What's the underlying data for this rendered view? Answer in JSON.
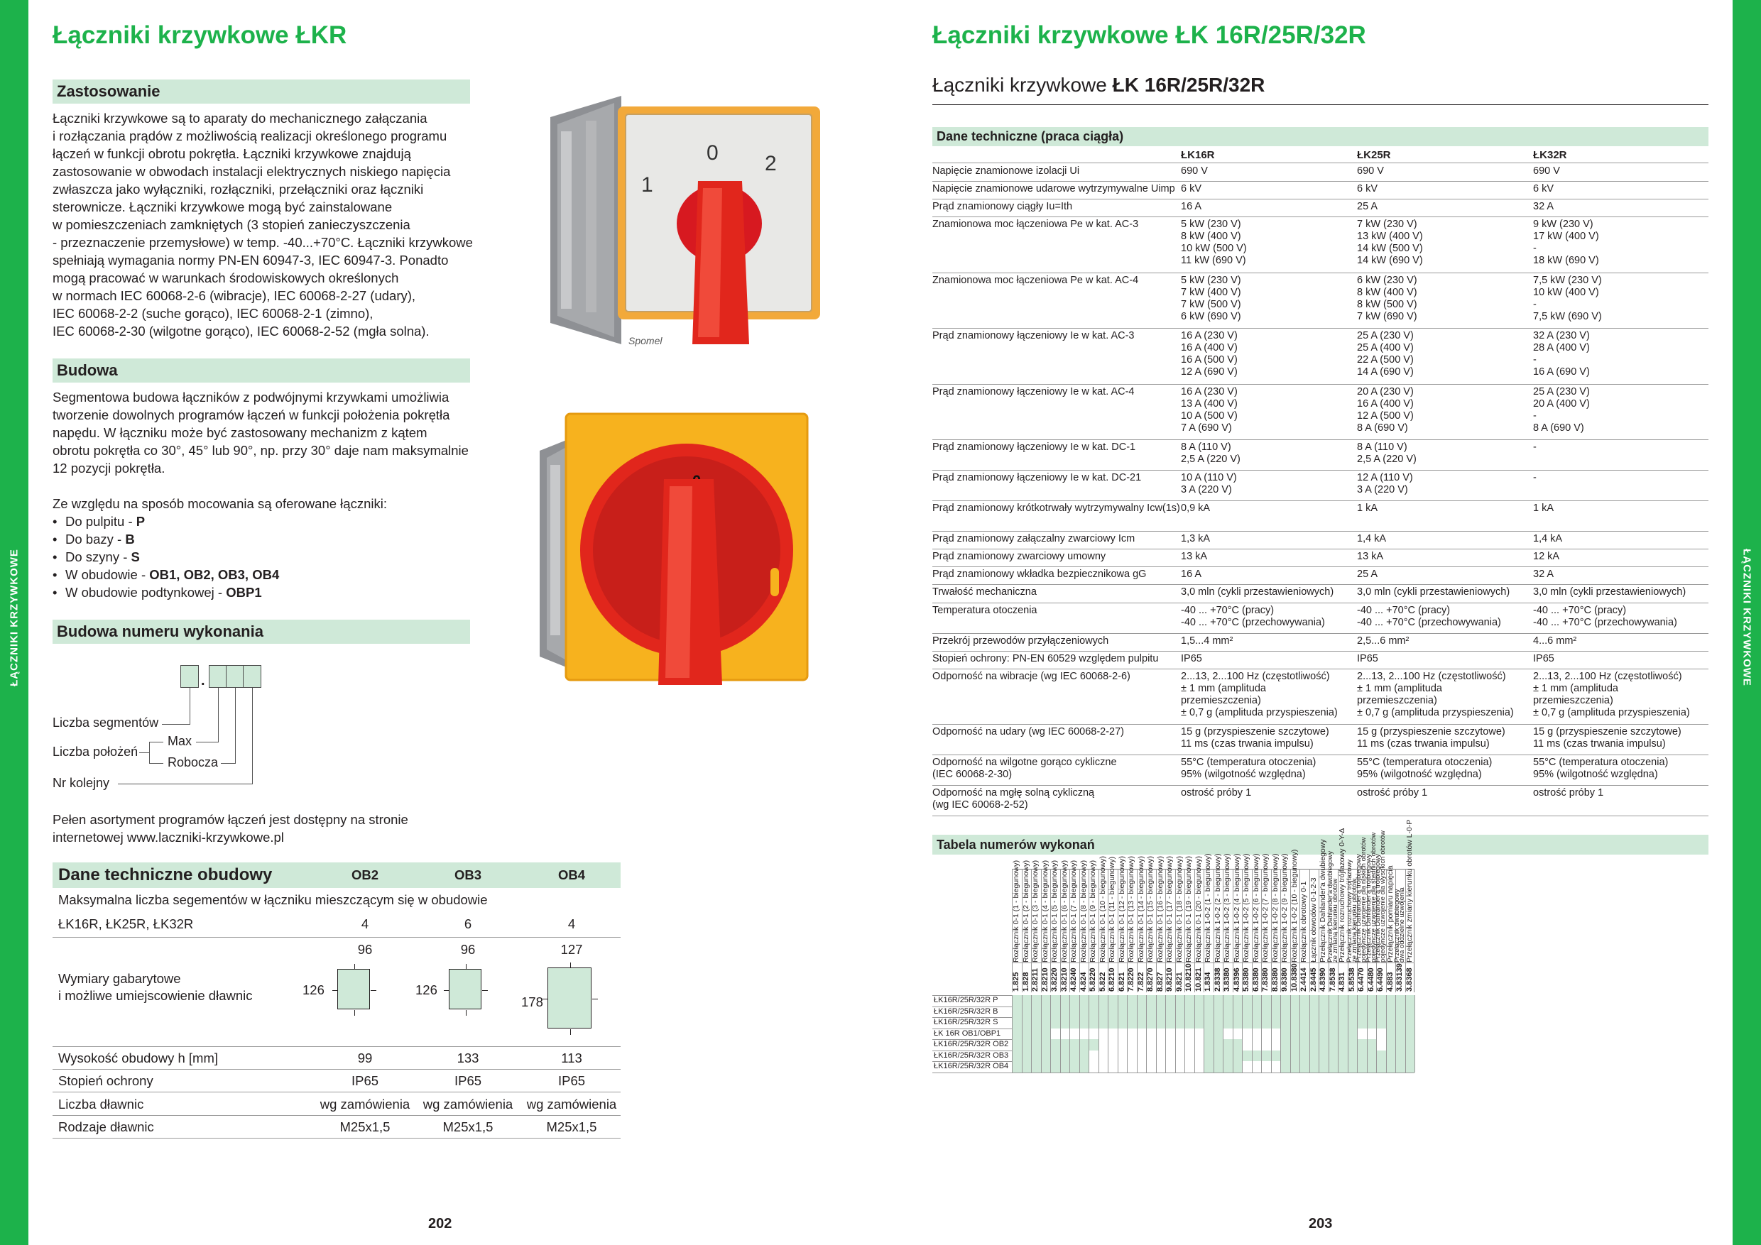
{
  "sidebar": {
    "left": "ŁĄCZNIKI KRZYWKOWE",
    "right": "ŁĄCZNIKI KRZYWKOWE"
  },
  "left_page": {
    "title": "Łączniki krzywkowe ŁKR",
    "zastosowanie": {
      "heading": "Zastosowanie",
      "lines": [
        "Łączniki krzywkowe są to aparaty do mechanicznego załączania",
        "i rozłączania prądów z możliwością realizacji określonego programu",
        "łączeń w funkcji obrotu pokrętła. Łączniki krzywkowe znajdują",
        "zastosowanie w obwodach instalacji elektrycznych niskiego napięcia",
        "zwłaszcza jako wyłączniki, rozłączniki, przełączniki oraz łączniki",
        "sterownicze. Łączniki krzywkowe mogą być zainstalowane",
        "w pomieszczeniach zamkniętych (3 stopień zanieczyszczenia",
        "- przeznaczenie przemysłowe) w temp. -40...+70°C. Łączniki krzywkowe",
        "spełniają wymagania normy PN-EN 60947-3, IEC 60947-3. Ponadto",
        "mogą pracować w warunkach środowiskowych określonych",
        "w normach IEC 60068-2-6 (wibracje), IEC 60068-2-27 (udary),",
        "IEC 60068-2-2 (suche gorąco), IEC 60068-2-1 (zimno),",
        "IEC 60068-2-30 (wilgotne gorąco), IEC 60068-2-52 (mgła solna)."
      ]
    },
    "budowa": {
      "heading": "Budowa",
      "lines": [
        "Segmentowa budowa łączników z podwójnymi krzywkami umożliwia",
        "tworzenie dowolnych programów łączeń w funkcji położenia pokrętła",
        "napędu. W łączniku może być zastosowany mechanizm z kątem",
        "obrotu pokrętła co 30°, 45° lub 90°, np. przy 30° daje nam maksymalnie",
        "12 pozycji pokrętła."
      ],
      "mounting_intro": "Ze względu na sposób mocowania są oferowane łączniki:",
      "mounting": [
        {
          "text": "Do pulpitu - ",
          "bold": "P"
        },
        {
          "text": "Do bazy - ",
          "bold": "B"
        },
        {
          "text": "Do szyny - ",
          "bold": "S"
        },
        {
          "text": "W obudowie - ",
          "bold": "OB1, OB2, OB3, OB4"
        },
        {
          "text": "W obudowie podtynkowej - ",
          "bold": "OBP1"
        }
      ]
    },
    "numer": {
      "heading": "Budowa numeru wykonania",
      "dot": ".",
      "liczba_segmentow": "Liczba segmentów",
      "liczba_polozen": "Liczba położeń",
      "max": "Max",
      "robocza": "Robocza",
      "nr_kolejny": "Nr kolejny"
    },
    "assortment": [
      "Pełen asortyment programów łączeń jest dostępny na stronie",
      "internetowej www.laczniki-krzywkowe.pl"
    ],
    "switch_labels": {
      "pos1": "1",
      "pos0": "0",
      "pos2": "2",
      "brand": "Spomel",
      "dial0": "0"
    },
    "housing_table": {
      "title": "Dane techniczne obudowy",
      "columns": [
        "OB2",
        "OB3",
        "OB4"
      ],
      "max_segments_label": "Maksymalna liczba segementów w łączniku mieszczącym się w obudowie",
      "models_label": "ŁK16R, ŁK25R, ŁK32R",
      "models_values": [
        "4",
        "6",
        "4"
      ],
      "dims_label_1": "Wymiary gabarytowe",
      "dims_label_2": "i możliwe umiejscowienie dławnic",
      "dims": [
        {
          "w": "96",
          "h": "126"
        },
        {
          "w": "96",
          "h": "126"
        },
        {
          "w": "127",
          "h": "178"
        }
      ],
      "rows": [
        {
          "label": "Wysokość obudowy h [mm]",
          "values": [
            "99",
            "133",
            "113"
          ]
        },
        {
          "label": "Stopień ochrony",
          "values": [
            "IP65",
            "IP65",
            "IP65"
          ]
        },
        {
          "label": "Liczba dławnic",
          "values": [
            "wg zamówienia",
            "wg zamówienia",
            "wg zamówienia"
          ]
        },
        {
          "label": "Rodzaje dławnic",
          "values": [
            "M25x1,5",
            "M25x1,5",
            "M25x1,5"
          ]
        }
      ]
    },
    "page_number": "202"
  },
  "right_page": {
    "title": "Łączniki krzywkowe ŁK 16R/25R/32R",
    "subtitle_plain": "Łączniki krzywkowe ",
    "subtitle_bold": "ŁK 16R/25R/32R",
    "tech_heading": "Dane techniczne (praca ciągła)",
    "tech_columns": [
      "ŁK16R",
      "ŁK25R",
      "ŁK32R"
    ],
    "tech_rows": [
      {
        "label": "Napięcie znamionowe izolacji Ui",
        "v": [
          "690 V",
          "690 V",
          "690 V"
        ]
      },
      {
        "label": "Napięcie znamionowe udarowe wytrzymywalne Uimp",
        "v": [
          "6 kV",
          "6 kV",
          "6 kV"
        ]
      },
      {
        "label": "Prąd znamionowy ciągły Iu=Ith",
        "v": [
          "16 A",
          "25 A",
          "32 A"
        ]
      },
      {
        "label": "Znamionowa moc łączeniowa Pe w kat. AC-3",
        "v": [
          "5 kW (230 V)\n8 kW (400 V)\n10 kW (500 V)\n11 kW (690 V)",
          "7 kW (230 V)\n13 kW (400 V)\n14 kW (500 V)\n14 kW (690 V)",
          "9 kW (230 V)\n17 kW (400 V)\n-\n18 kW (690 V)"
        ]
      },
      {
        "label": "Znamionowa moc łączeniowa Pe w kat. AC-4",
        "v": [
          "5 kW (230 V)\n7 kW (400 V)\n7 kW (500 V)\n6 kW (690 V)",
          "6 kW (230 V)\n8 kW (400 V)\n8 kW (500 V)\n7 kW (690 V)",
          "7,5 kW (230 V)\n10 kW (400 V)\n-\n7,5 kW (690 V)"
        ]
      },
      {
        "label": "Prąd znamionowy łączeniowy Ie w kat. AC-3",
        "v": [
          "16 A (230 V)\n16 A (400 V)\n16 A (500 V)\n12 A (690 V)",
          "25 A (230 V)\n25 A (400 V)\n22 A (500 V)\n14 A (690 V)",
          "32 A (230 V)\n28 A (400 V)\n-\n16 A (690 V)"
        ]
      },
      {
        "label": "Prąd znamionowy łączeniowy Ie w kat. AC-4",
        "v": [
          "16 A (230 V)\n13 A (400 V)\n10 A (500 V)\n7 A (690 V)",
          "20 A (230 V)\n16 A (400 V)\n12 A (500 V)\n8 A (690 V)",
          "25 A (230 V)\n20 A (400 V)\n-\n8 A (690 V)"
        ]
      },
      {
        "label": "Prąd znamionowy łączeniowy Ie w kat. DC-1",
        "v": [
          "8 A (110 V)\n2,5 A (220 V)",
          "8 A (110 V)\n2,5 A (220 V)",
          "-"
        ]
      },
      {
        "label": "Prąd znamionowy łączeniowy Ie w kat. DC-21",
        "v": [
          "10 A (110 V)\n3 A (220 V)",
          "12 A (110 V)\n3 A (220 V)",
          "-"
        ]
      },
      {
        "label": "Prąd znamionowy krótkotrwały wytrzymywalny Icw(1s)",
        "v": [
          "0,9 kA",
          "1 kA",
          "1 kA"
        ]
      },
      {
        "label": "Prąd znamionowy załączalny zwarciowy Icm",
        "v": [
          "1,3 kA",
          "1,4 kA",
          "1,4 kA"
        ]
      },
      {
        "label": "Prąd znamionowy zwarciowy umowny",
        "v": [
          "13 kA",
          "13 kA",
          "12 kA"
        ]
      },
      {
        "label": "Prąd znamionowy wkładka bezpiecznikowa gG",
        "v": [
          "16 A",
          "25 A",
          "32 A"
        ]
      },
      {
        "label": "Trwałość mechaniczna",
        "v": [
          "3,0 mln (cykli przestawieniowych)",
          "3,0 mln (cykli przestawieniowych)",
          "3,0 mln (cykli przestawieniowych)"
        ]
      },
      {
        "label": "Temperatura otoczenia",
        "v": [
          "-40 ... +70°C (pracy)\n-40 ... +70°C (przechowywania)",
          "-40 ... +70°C (pracy)\n-40 ... +70°C (przechowywania)",
          "-40 ... +70°C (pracy)\n-40 ... +70°C (przechowywania)"
        ]
      },
      {
        "label": "Przekrój przewodów przyłączeniowych",
        "v": [
          "1,5...4 mm²",
          "2,5...6 mm²",
          "4...6 mm²"
        ]
      },
      {
        "label": "Stopień ochrony: PN-EN 60529 względem pulpitu",
        "v": [
          "IP65",
          "IP65",
          "IP65"
        ]
      },
      {
        "label": "Odporność na wibracje (wg IEC 60068-2-6)",
        "v": [
          "2...13, 2...100 Hz (częstotliwość)\n± 1 mm (amplituda\nprzemieszczenia)\n± 0,7 g (amplituda przyspieszenia)",
          "2...13, 2...100 Hz (częstotliwość)\n± 1 mm (amplituda\nprzemieszczenia)\n± 0,7 g (amplituda przyspieszenia)",
          "2...13, 2...100 Hz (częstotliwość)\n± 1 mm (amplituda\nprzemieszczenia)\n± 0,7 g (amplituda przyspieszenia)"
        ]
      },
      {
        "label": "Odporność na udary (wg IEC 60068-2-27)",
        "v": [
          "15 g (przyspieszenie szczytowe)\n11 ms (czas trwania impulsu)",
          "15 g (przyspieszenie szczytowe)\n11 ms (czas trwania impulsu)",
          "15 g (przyspieszenie szczytowe)\n11 ms (czas trwania impulsu)"
        ]
      },
      {
        "label": "Odporność na wilgotne gorąco cykliczne\n(IEC 60068-2-30)",
        "v": [
          "55°C (temperatura otoczenia)\n95% (wilgotność względna)",
          "55°C (temperatura otoczenia)\n95% (wilgotność względna)",
          "55°C (temperatura otoczenia)\n95% (wilgotność względna)"
        ]
      },
      {
        "label": "Odporność na mgłę solną cykliczną\n(wg IEC 60068-2-52)",
        "v": [
          "ostrość próby 1",
          "ostrość próby 1",
          "ostrość próby 1"
        ]
      }
    ],
    "variants_heading": "Tabela numerów wykonań",
    "variant_columns": [
      {
        "code": "1.825",
        "desc": "Rozłącznik 0-1 (1 - biegunowy)"
      },
      {
        "code": "1.828",
        "desc": "Rozłącznik 0-1 (2 - biegunowy)"
      },
      {
        "code": "2.8211",
        "desc": "Rozłącznik 0-1 (3 - biegunowy)"
      },
      {
        "code": "2.8210",
        "desc": "Rozłącznik 0-1 (4 - biegunowy)"
      },
      {
        "code": "3.8220",
        "desc": "Rozłącznik 0-1 (5 - biegunowy)"
      },
      {
        "code": "3.8210",
        "desc": "Rozłącznik 0-1 (6 - biegunowy)"
      },
      {
        "code": "4.8240",
        "desc": "Rozłącznik 0-1 (7 - biegunowy)"
      },
      {
        "code": "4.824",
        "desc": "Rozłącznik 0-1 (8 - biegunowy)"
      },
      {
        "code": "5.8220",
        "desc": "Rozłącznik 0-1 (9 - biegunowy)"
      },
      {
        "code": "5.822",
        "desc": "Rozłącznik 0-1 (10 - biegunowy)"
      },
      {
        "code": "6.8210",
        "desc": "Rozłącznik 0-1 (11 - biegunowy)"
      },
      {
        "code": "6.821",
        "desc": "Rozłącznik 0-1 (12 - biegunowy)"
      },
      {
        "code": "7.8220",
        "desc": "Rozłącznik 0-1 (13 - biegunowy)"
      },
      {
        "code": "7.822",
        "desc": "Rozłącznik 0-1 (14 - biegunowy)"
      },
      {
        "code": "8.8270",
        "desc": "Rozłącznik 0-1 (15 - biegunowy)"
      },
      {
        "code": "8.827",
        "desc": "Rozłącznik 0-1 (16 - biegunowy)"
      },
      {
        "code": "9.8210",
        "desc": "Rozłącznik 0-1 (17 - biegunowy)"
      },
      {
        "code": "9.821",
        "desc": "Rozłącznik 0-1 (18 - biegunowy)"
      },
      {
        "code": "10.8210",
        "desc": "Rozłącznik 0-1 (19 - biegunowy)"
      },
      {
        "code": "10.821",
        "desc": "Rozłącznik 0-1 (20 - biegunowy)"
      },
      {
        "code": "1.834",
        "desc": "Rozłącznik 1-0-2 (1 - biegunowy)"
      },
      {
        "code": "2.8338",
        "desc": "Rozłącznik 1-0-2 (2 - biegunowy)"
      },
      {
        "code": "3.8380",
        "desc": "Rozłącznik 1-0-2 (3 - biegunowy)"
      },
      {
        "code": "4.8396",
        "desc": "Rozłącznik 1-0-2 (4 - biegunowy)"
      },
      {
        "code": "5.8380",
        "desc": "Rozłącznik 1-0-2 (5 - biegunowy)"
      },
      {
        "code": "6.8380",
        "desc": "Rozłącznik 1-0-2 (6 - biegunowy)"
      },
      {
        "code": "7.8380",
        "desc": "Rozłącznik 1-0-2 (7 - biegunowy)"
      },
      {
        "code": "8.8380",
        "desc": "Rozłącznik 1-0-2 (8 - biegunowy)"
      },
      {
        "code": "9.8380",
        "desc": "Rozłącznik 1-0-2 (9 - biegunowy)"
      },
      {
        "code": "10.8380",
        "desc": "Rozłącznik 1-0-2 (10 - biegunowy)"
      },
      {
        "code": "2.4414",
        "desc": "Rozłącznik obrotowy 0-1"
      },
      {
        "code": "2.8445",
        "desc": "Łącznik obwodów 0-1-2-3"
      },
      {
        "code": "4.8390",
        "desc": "Przełącznik Dahlander'a dwubiegowy"
      },
      {
        "code": "7.8538",
        "desc": "Przełącznik Dahlander'a dwubiegowy\nze zmianą kierunku obrotów"
      },
      {
        "code": "4.831",
        "desc": "Przełącznik rozruchowy trójfazowy 0-Y-Δ"
      },
      {
        "code": "5.8538",
        "desc": "Przełącznik rozruchowy trójfazowy\nze zmianą kierunku obrotów"
      },
      {
        "code": "6.4470",
        "desc": "Przełącznik Dahlander'a trójbiegowy\npojedyncze uzwojenie dla niskich obrotów"
      },
      {
        "code": "6.4480",
        "desc": "Przełącznik Dahlander'a trójbiegowy\npojedyncze uzwojenie dla średnich obrotów"
      },
      {
        "code": "6.4490",
        "desc": "Przełącznik Dahlander'a trójbiegowy\npojedyncze uzwojenie dla wysokich obrotów"
      },
      {
        "code": "4.883",
        "desc": "Przełącznik pomiaru napięcia"
      },
      {
        "code": "3.83139",
        "desc": "Przełącznik dwubiegowy\ndwa oddzielne uzwojenia"
      },
      {
        "code": "3.8368",
        "desc": "Przełącznik zmiany kierunku obrotów L-0-P"
      }
    ],
    "variant_rows": [
      "ŁK16R/25R/32R P",
      "ŁK16R/25R/32R B",
      "ŁK16R/25R/32R S",
      "ŁK 16R OB1/OBP1",
      "ŁK16R/25R/32R OB2",
      "ŁK16R/25R/32R OB3",
      "ŁK16R/25R/32R OB4"
    ],
    "variant_availability": [
      "111111111111111111111111111111111111111111",
      "111111111111111111111111111111111111111111",
      "111111111111111111111111111111111111111111",
      "111100000000000000001100000011111111000111",
      "111111111000000000001111000011111111110111",
      "111111110000000000001111111111111111111111",
      "111111110000000000001111000011111111111111"
    ],
    "page_number": "203"
  },
  "colors": {
    "green": "#1db24b",
    "light_green": "#cfe9d8",
    "text": "#231f20"
  }
}
